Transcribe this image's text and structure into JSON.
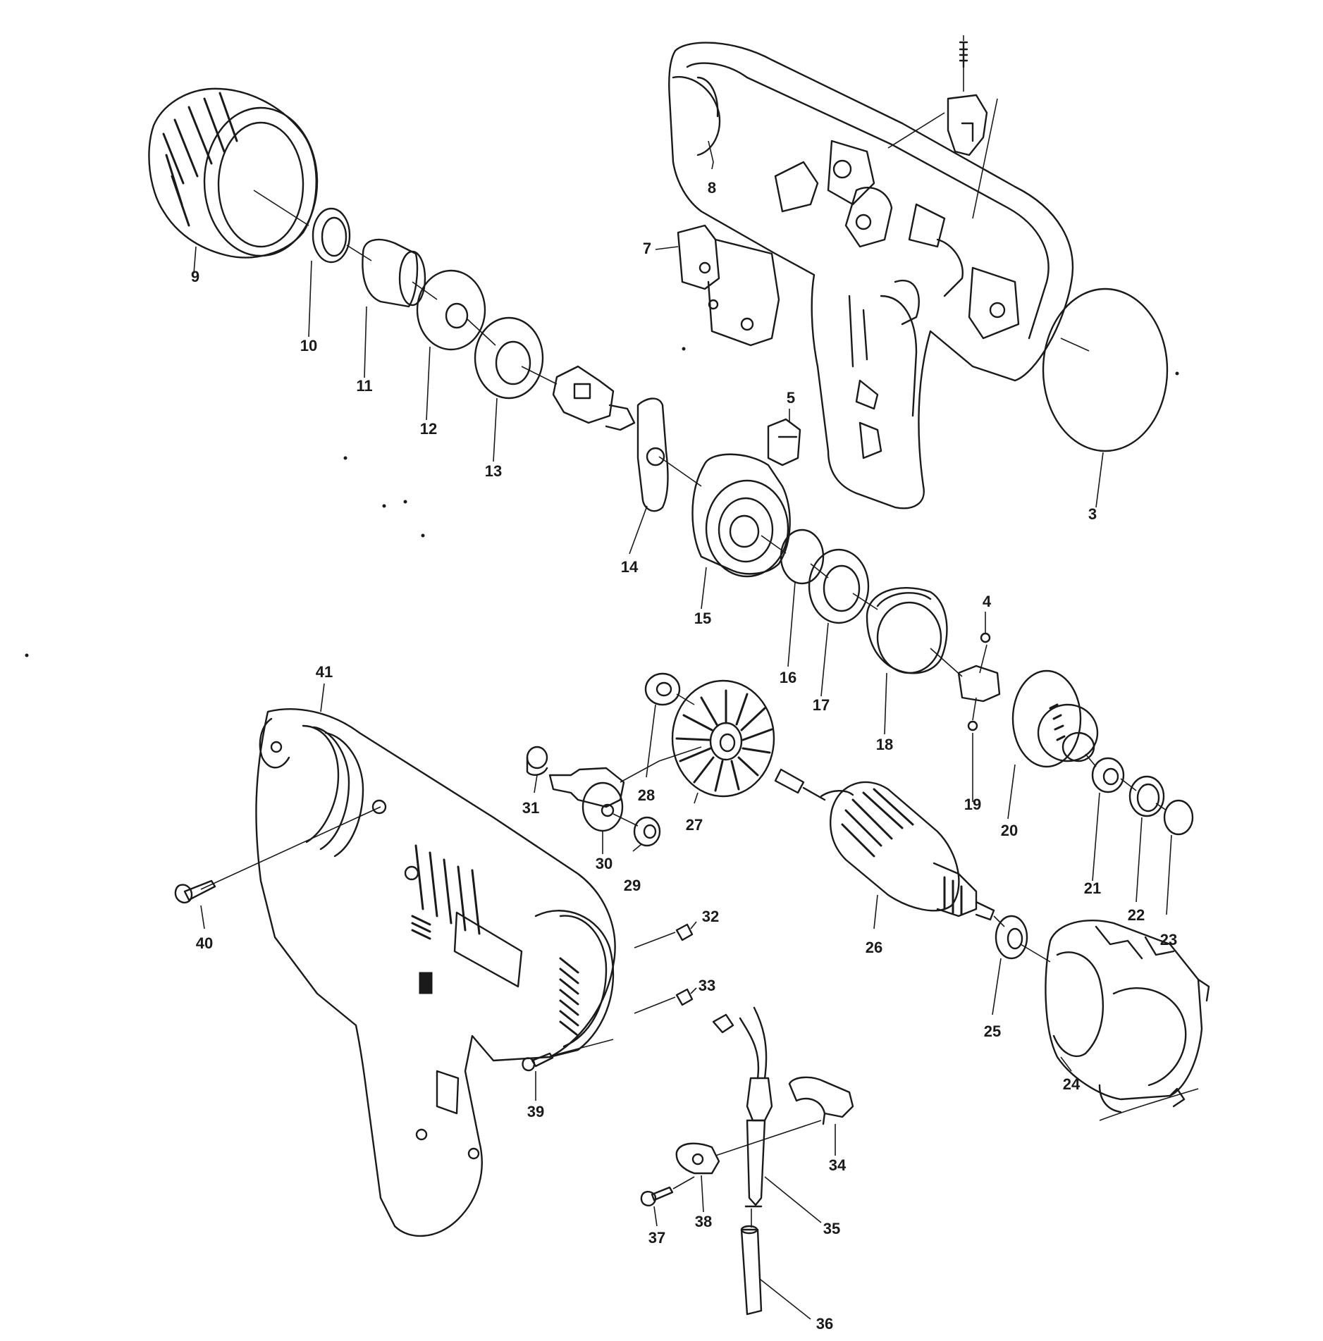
{
  "diagram": {
    "type": "exploded-parts-view",
    "subject": "cordless drill",
    "callouts": [
      {
        "id": "p1",
        "label": ""
      },
      {
        "id": "p3",
        "label": "3"
      },
      {
        "id": "p4",
        "label": "4"
      },
      {
        "id": "p5",
        "label": "5"
      },
      {
        "id": "p7",
        "label": "7"
      },
      {
        "id": "p8",
        "label": "8"
      },
      {
        "id": "p9",
        "label": "9"
      },
      {
        "id": "p10",
        "label": "10"
      },
      {
        "id": "p11",
        "label": "11"
      },
      {
        "id": "p12",
        "label": "12"
      },
      {
        "id": "p13",
        "label": "13"
      },
      {
        "id": "p14",
        "label": "14"
      },
      {
        "id": "p15",
        "label": "15"
      },
      {
        "id": "p16",
        "label": "16"
      },
      {
        "id": "p17",
        "label": "17"
      },
      {
        "id": "p18",
        "label": "18"
      },
      {
        "id": "p19",
        "label": "19"
      },
      {
        "id": "p20",
        "label": "20"
      },
      {
        "id": "p21",
        "label": "21"
      },
      {
        "id": "p22",
        "label": "22"
      },
      {
        "id": "p23",
        "label": "23"
      },
      {
        "id": "p24",
        "label": "24"
      },
      {
        "id": "p25",
        "label": "25"
      },
      {
        "id": "p26",
        "label": "26"
      },
      {
        "id": "p27",
        "label": "27"
      },
      {
        "id": "p28",
        "label": "28"
      },
      {
        "id": "p29",
        "label": "29"
      },
      {
        "id": "p30",
        "label": "30"
      },
      {
        "id": "p31",
        "label": "31"
      },
      {
        "id": "p32",
        "label": "32"
      },
      {
        "id": "p33",
        "label": "33"
      },
      {
        "id": "p34",
        "label": "34"
      },
      {
        "id": "p35",
        "label": "35"
      },
      {
        "id": "p36",
        "label": "36"
      },
      {
        "id": "p37",
        "label": "37"
      },
      {
        "id": "p38",
        "label": "38"
      },
      {
        "id": "p39",
        "label": "39"
      },
      {
        "id": "p40",
        "label": "40"
      },
      {
        "id": "p41",
        "label": "41"
      }
    ]
  }
}
